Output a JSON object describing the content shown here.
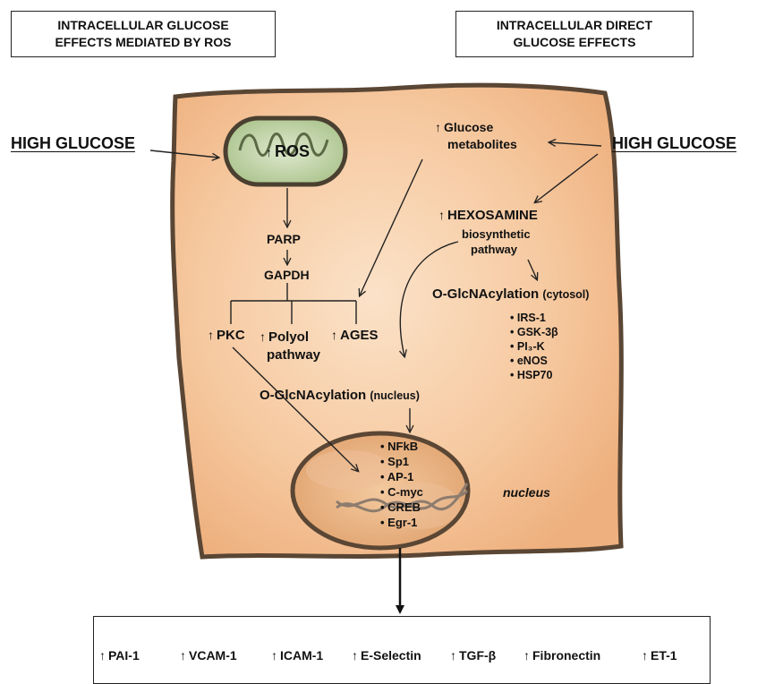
{
  "boxes": {
    "left_title_l1": "INTRACELLULAR GLUCOSE",
    "left_title_l2": "EFFECTS MEDIATED BY ROS",
    "right_title_l1": "INTRACELLULAR DIRECT",
    "right_title_l2": "GLUCOSE EFFECTS"
  },
  "inputs": {
    "high_glucose_left": "HIGH GLUCOSE",
    "high_glucose_right": "HIGH GLUCOSE"
  },
  "ros_pathway": {
    "ros": "ROS",
    "parp": "PARP",
    "gapdh": "GAPDH",
    "pkc": "PKC",
    "polyol_l1": "Polyol",
    "polyol_l2": "pathway",
    "ages": "AGES"
  },
  "direct_pathway": {
    "glucose_metab_l1": "Glucose",
    "glucose_metab_l2": "metabolites",
    "hexosamine": "HEXOSAMINE",
    "hexosamine_l2": "biosynthetic",
    "hexosamine_l3": "pathway",
    "oglc_cytosol": "O-GlcNAcylation",
    "oglc_cytosol_suffix": "(cytosol)",
    "cytosol_targets": [
      "IRS-1",
      "GSK-3β",
      "PI₃-K",
      "eNOS",
      "HSP70"
    ],
    "oglc_nucleus": "O-GlcNAcylation",
    "oglc_nucleus_suffix": "(nucleus)"
  },
  "nucleus": {
    "label": "nucleus",
    "factors": [
      "NFkB",
      "Sp1",
      "AP-1",
      "C-myc",
      "CREB",
      "Egr-1"
    ]
  },
  "outputs": [
    "PAI-1",
    "VCAM-1",
    "ICAM-1",
    "E-Selectin",
    "TGF-β",
    "Fibronectin",
    "ET-1"
  ],
  "colors": {
    "cell_fill": "#f6c9a0",
    "cell_stroke": "#5a4634",
    "mito_fill": "#b9cf9f",
    "nucleus_fill": "#e8b27f"
  }
}
